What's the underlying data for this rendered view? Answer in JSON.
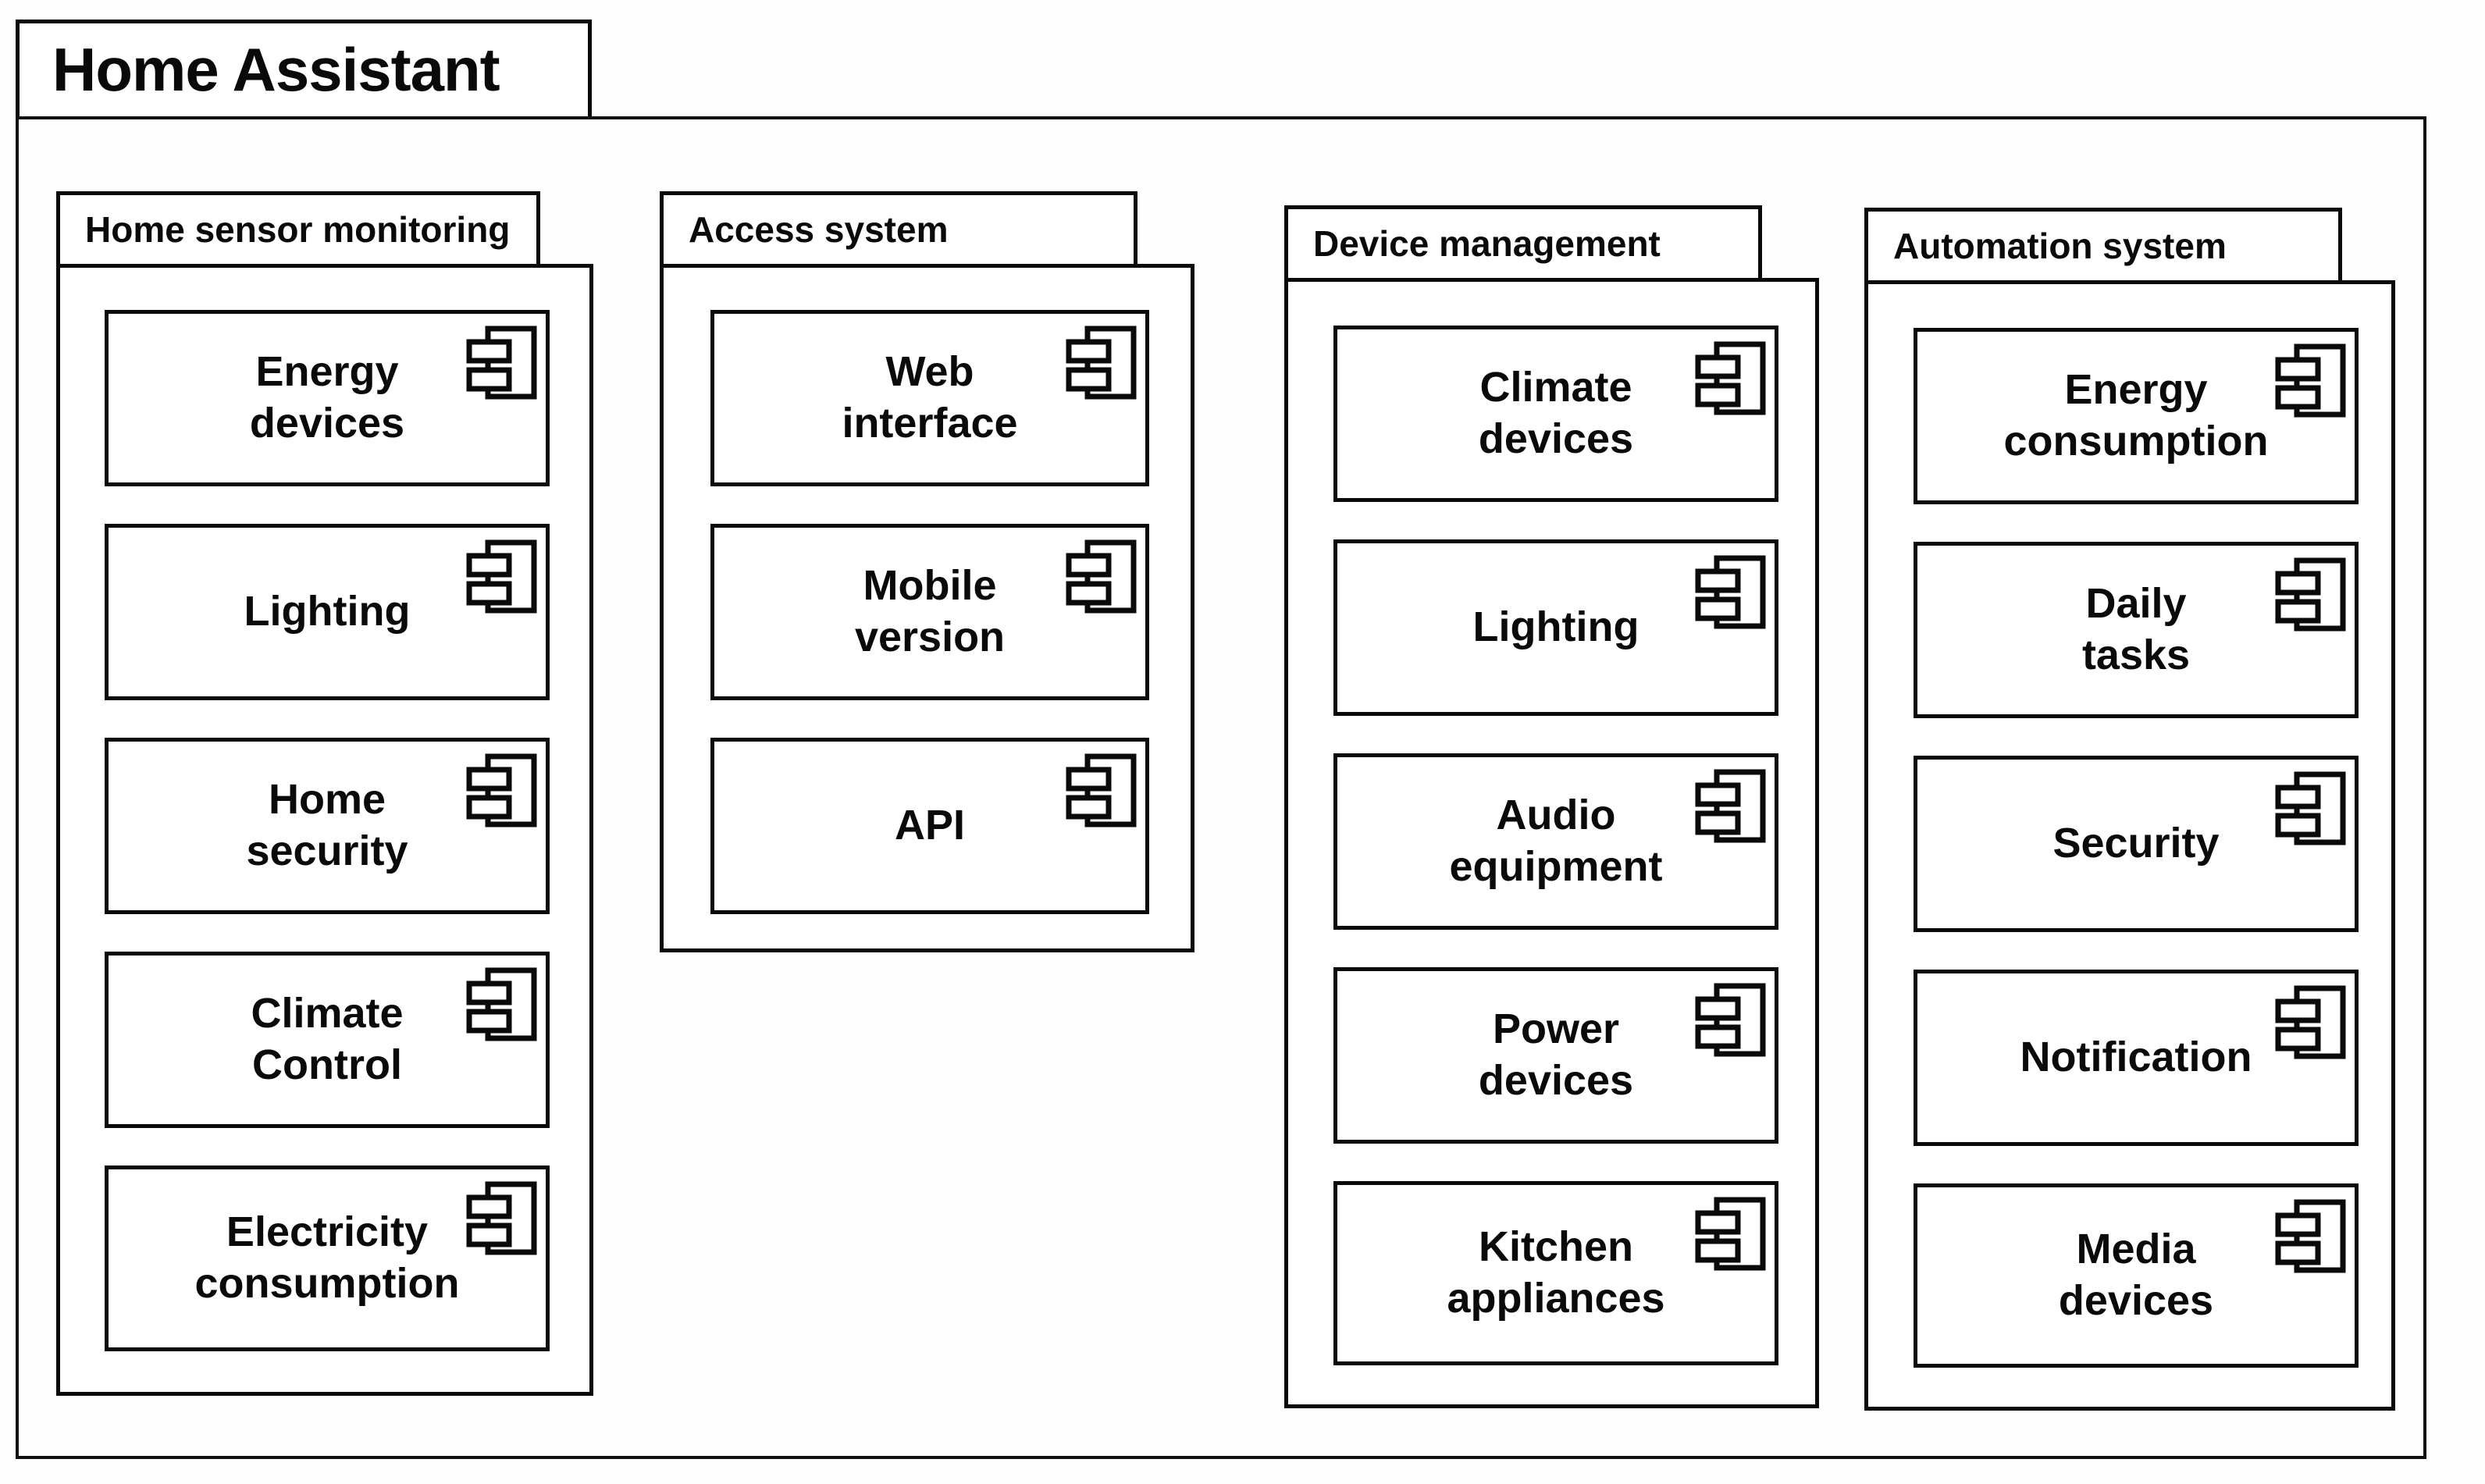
{
  "diagram": {
    "title": "Home Assistant",
    "colors": {
      "line": "#0a0a0a",
      "background": "#fefefe"
    },
    "packages": [
      {
        "name": "Home sensor monitoring",
        "components": [
          "Energy\ndevices",
          "Lighting",
          "Home\nsecurity",
          "Climate\nControl",
          "Electricity\nconsumption"
        ]
      },
      {
        "name": "Access system",
        "components": [
          "Web\ninterface",
          "Mobile\nversion",
          "API"
        ]
      },
      {
        "name": "Device management",
        "components": [
          "Climate\ndevices",
          "Lighting",
          "Audio\nequipment",
          "Power\ndevices",
          "Kitchen\nappliances"
        ]
      },
      {
        "name": "Automation system",
        "components": [
          "Energy\nconsumption",
          "Daily\ntasks",
          "Security",
          "Notification",
          "Media\ndevices"
        ]
      }
    ]
  }
}
